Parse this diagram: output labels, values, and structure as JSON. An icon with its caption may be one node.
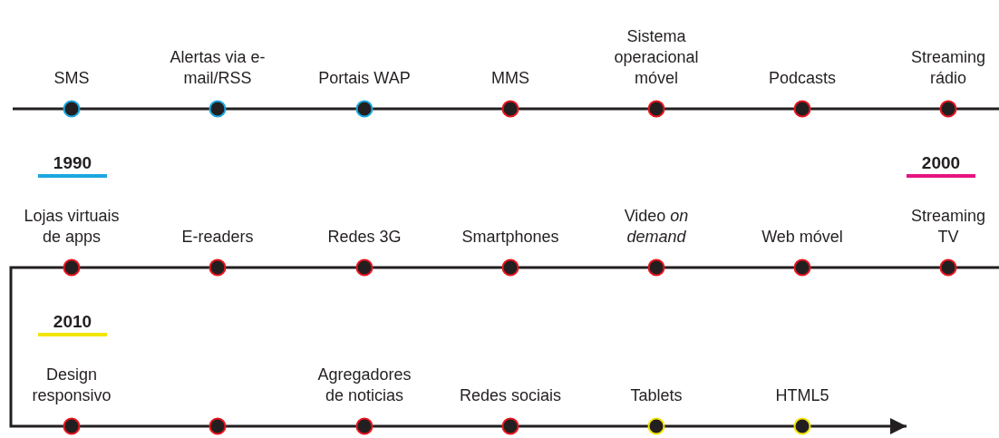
{
  "diagram": {
    "nodes": [
      {
        "text": [
          "SMS"
        ]
      },
      {
        "text": [
          "Alertas via e-mail/RSS"
        ]
      },
      {
        "text": [
          "Portais WAP"
        ]
      },
      {
        "text": [
          "MMS"
        ]
      },
      {
        "text": [
          "Sistema operacional móvel"
        ]
      },
      {
        "text": [
          "Podcasts"
        ]
      },
      {
        "text": [
          "Streaming rádio"
        ]
      },
      {
        "text": [
          "Lojas virtuais de apps"
        ]
      },
      {
        "text": [
          "E-readers"
        ]
      },
      {
        "text": [
          "Redes 3G"
        ]
      },
      {
        "text": [
          "Smartphones"
        ]
      },
      {
        "text": [
          "Video *on demand*"
        ]
      },
      {
        "text": [
          "Web móvel"
        ]
      },
      {
        "text": [
          "Streaming TV"
        ]
      },
      {
        "text": [
          "Design responsivo"
        ]
      },
      {
        "text": [],
        "shape": "circle"
      },
      {
        "text": [
          "Agregadores de noticias"
        ]
      },
      {
        "text": [
          "Redes sociais"
        ]
      },
      {
        "text": [
          "Tablets"
        ]
      },
      {
        "text": [
          "HTML5"
        ]
      }
    ],
    "labels": [
      "1990",
      "2000",
      "2010"
    ]
  }
}
